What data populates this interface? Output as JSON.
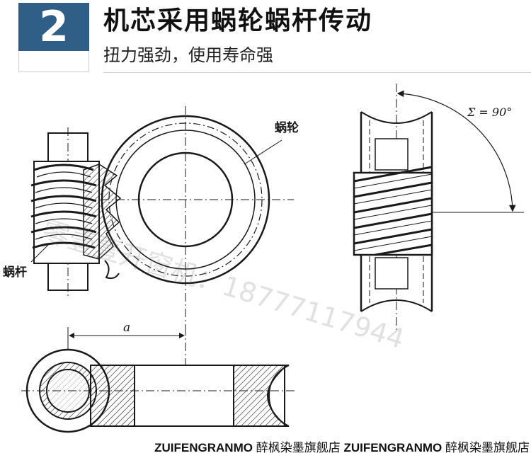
{
  "header": {
    "step_number": "2",
    "title": "机芯采用蜗轮蜗杆传动",
    "subtitle": "扭力强劲，使用寿命强"
  },
  "diagram": {
    "labels": {
      "worm_wheel": "蜗轮",
      "worm": "蜗杆",
      "center_distance": "a",
      "shaft_angle": "Σ = 90°"
    }
  },
  "watermark": "零壹壹开窗机：18777117944",
  "footer": {
    "brand_1": "ZUIFENGRANMO",
    "shop_1": "醉枫染墨旗舰店",
    "brand_2": "ZUIFENGRANMO",
    "shop_2": "醉枫染墨旗舰店"
  },
  "colors": {
    "badge": "#2f5f86",
    "ink": "#1a1a1a"
  }
}
